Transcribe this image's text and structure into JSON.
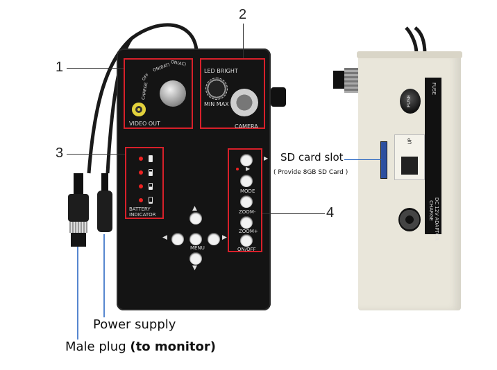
{
  "callouts": [
    "1",
    "2",
    "3",
    "4"
  ],
  "panel": {
    "video_out": "VIDEO OUT",
    "knob_labels": [
      "CHARGE",
      "OFF",
      "ON(BAT)",
      "ON(AC)"
    ],
    "led_bright": "LED BRIGHT",
    "min_max": "MIN  MAX",
    "camera": "CAMERA",
    "battery_indicator": [
      "BATTERY",
      "INDICATOR"
    ],
    "menu": "MENU",
    "mode": "MODE",
    "zoom_minus": "ZOOM-",
    "zoom_plus": "ZOOM+",
    "onoff": "ON/OFF"
  },
  "side": {
    "fuse": "FUSE",
    "fuse_cap": "FUSE",
    "up": "UP",
    "charge": "CHARGE",
    "adaptor": "DC 12V ADAPTOR"
  },
  "labels": {
    "sd_card": "SD card slot",
    "sd_note": "( Provide 8GB SD Card )",
    "power_supply": "Power supply",
    "male_plug": "Male plug",
    "male_plug_note": "(to monitor)"
  }
}
